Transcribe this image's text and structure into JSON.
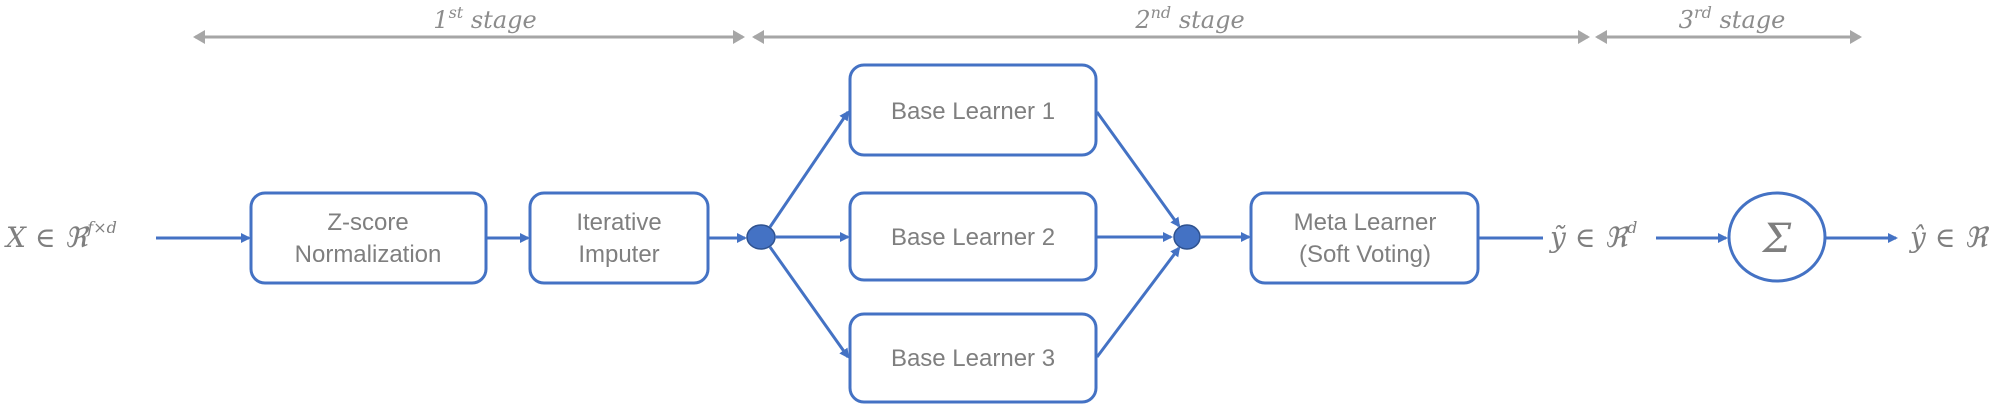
{
  "colors": {
    "flow": "#4472C4",
    "text": "#7F7F7F",
    "stage_arrow": "#A6A6A6"
  },
  "stages": [
    {
      "num": "1",
      "sup": "st",
      "word": "stage"
    },
    {
      "num": "2",
      "sup": "nd",
      "word": "stage"
    },
    {
      "num": "3",
      "sup": "rd",
      "word": "stage"
    }
  ],
  "input": {
    "main": "X ∈ ℜ",
    "sup": "f×d"
  },
  "boxes": {
    "zscore": [
      "Z-score",
      "Normalization"
    ],
    "imputer": [
      "Iterative",
      "Imputer"
    ],
    "base1": "Base Learner 1",
    "base2": "Base Learner 2",
    "base3": "Base Learner 3",
    "meta": [
      "Meta Learner",
      "(Soft Voting)"
    ]
  },
  "intermediate": {
    "main": "ỹ ∈ ℜ",
    "sup": "d"
  },
  "sum_symbol": "Σ",
  "output": "ŷ ∈ ℜ"
}
